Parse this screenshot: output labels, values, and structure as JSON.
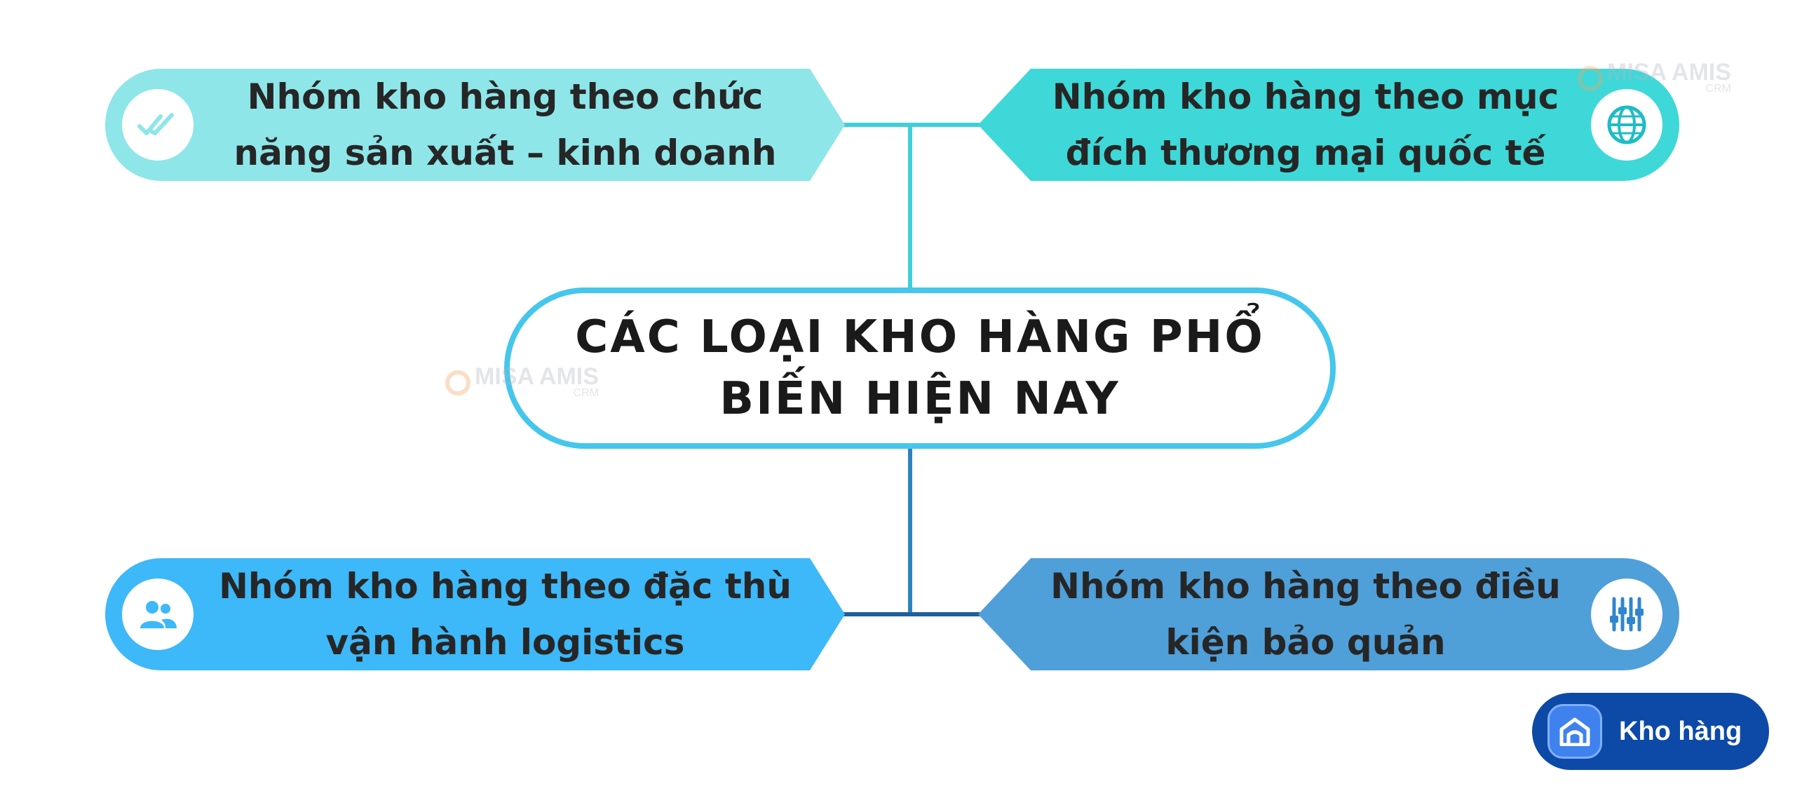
{
  "center_title": "CÁC LOẠI KHO HÀNG PHỔ\nBIẾN HIỆN NAY",
  "nodes": [
    {
      "label": "Nhóm kho hàng theo chức\nnăng sản xuất – kinh doanh",
      "icon": "double-check-icon",
      "color": "#8ee6e9"
    },
    {
      "label": "Nhóm kho hàng theo mục\nđích thương mại quốc tế",
      "icon": "globe-icon",
      "color": "#3ed8d8"
    },
    {
      "label": "Nhóm kho hàng theo đặc thù\nvận hành logistics",
      "icon": "people-icon",
      "color": "#3db8f8"
    },
    {
      "label": "Nhóm kho hàng theo điều\nkiện bảo quản",
      "icon": "sliders-icon",
      "color": "#4f9fd9"
    }
  ],
  "watermark": {
    "brand": "MISA AMIS",
    "sub": "CRM"
  },
  "badge": {
    "label": "Kho hàng",
    "icon": "warehouse-icon"
  },
  "colors": {
    "center_border": "#45c6ec",
    "connector_top": "#3fcfd8",
    "connector_bottom": "#2d82c0",
    "badge_bg": "#0d4aa7"
  }
}
